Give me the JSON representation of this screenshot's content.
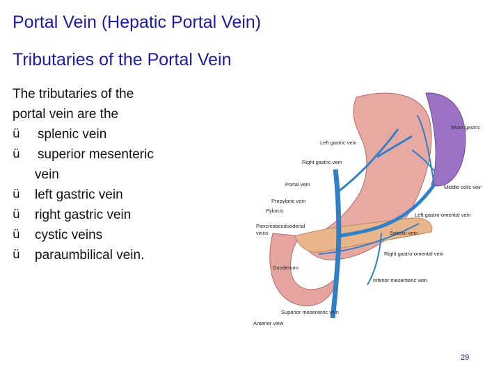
{
  "slide": {
    "title": "Portal Vein (Hepatic Portal Vein)",
    "subtitle": "Tributaries of the Portal Vein",
    "intro_line1": "The tributaries of the",
    "intro_line2": "portal vein are the",
    "bullets": [
      {
        "text": "splenic vein"
      },
      {
        "text": "superior mesenteric",
        "cont": "vein"
      },
      {
        "text": "left gastric vein"
      },
      {
        "text": "right gastric vein"
      },
      {
        "text": "cystic veins"
      },
      {
        "text": "paraumbilical vein."
      }
    ],
    "check_symbol": "ü",
    "page_number": "29"
  },
  "figure": {
    "labels": {
      "short_gastric": "Short gastric vein",
      "left_gastric": "Left gastric vein",
      "right_gastric": "Right gastric vein",
      "portal": "Portal vein",
      "middle_colic": "Middle colic vein",
      "prepyloric": "Prepyloric vein",
      "pylorus": "Pylorus",
      "left_gastro_omental": "Left gastro-omental vein",
      "pancreaticoduodenal_1": "Pancreaticoduodenal",
      "pancreaticoduodenal_2": "veins",
      "splenic": "Splenic vein",
      "right_gastro_omental": "Right gastro-omental vein",
      "duodenum": "Duodenum",
      "inferior_mesenteric": "Inferior mesenteric vein",
      "superior_mesenteric": "Superior mesenteric vein",
      "view": "Anterior view"
    },
    "colors": {
      "stomach": "#e7a9a2",
      "spleen": "#9c72c4",
      "vein": "#2f7fc9",
      "pancreas": "#e9b58c"
    }
  }
}
